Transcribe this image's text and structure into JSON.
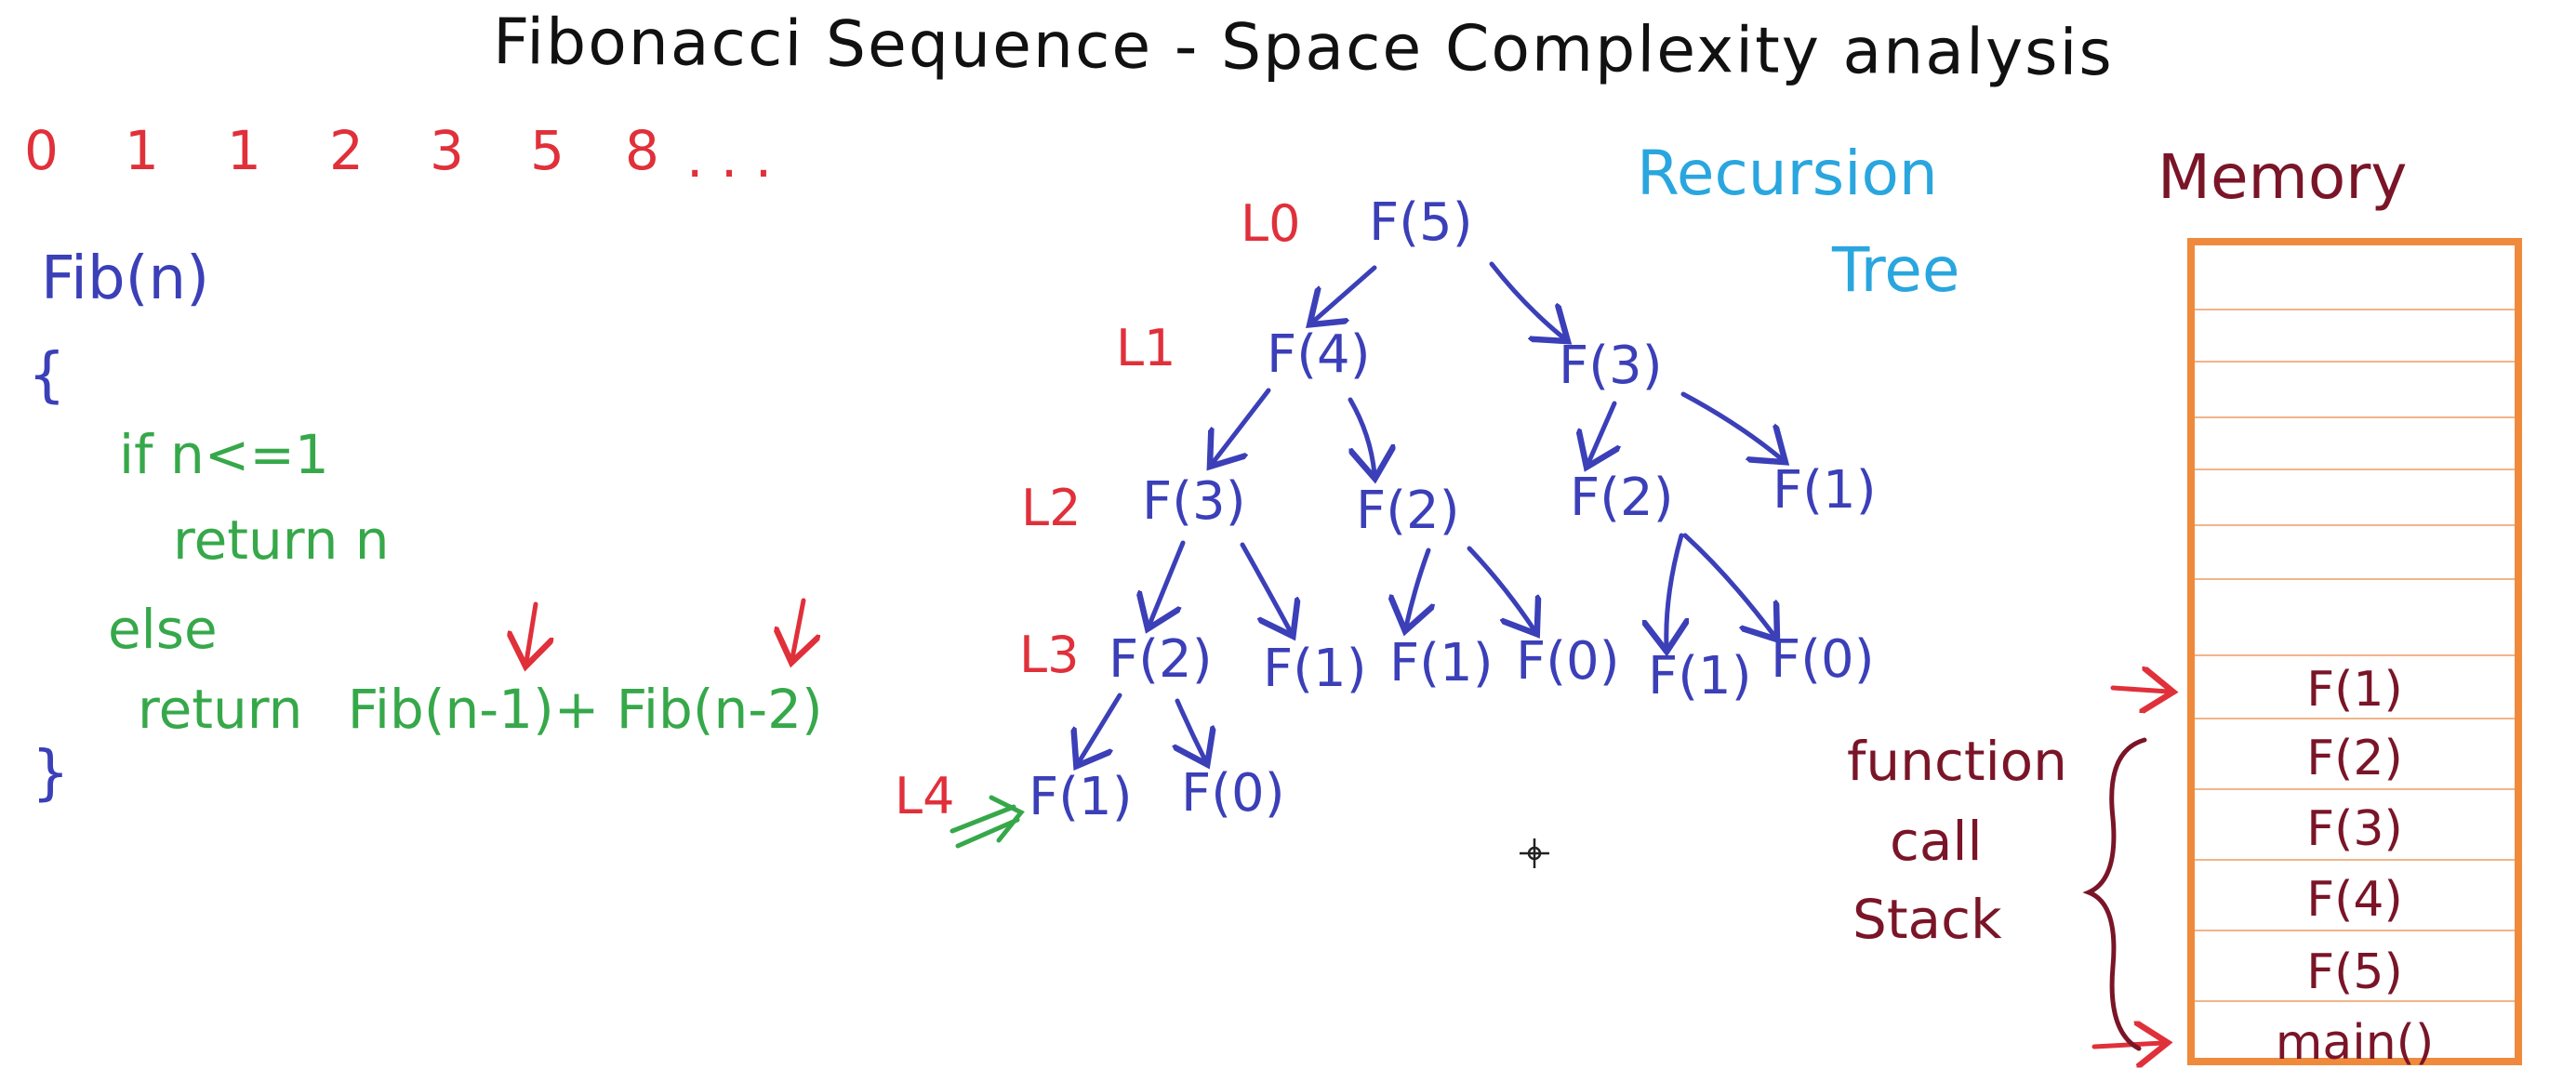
{
  "title": "Fibonacci Sequence - Space Complexity analysis",
  "sequence": [
    "0",
    "1",
    "1",
    "2",
    "3",
    "5",
    "8",
    ". . ."
  ],
  "code": {
    "signature": "Fib(n)",
    "open_brace": "{",
    "if_line": "if  n<=1",
    "return_n": "return n",
    "else_line": "else",
    "return_call_prefix": "return",
    "call_a": "Fib(n-1)",
    "plus": "+",
    "call_b": "Fib(n-2)",
    "close_brace": "}"
  },
  "recursion_label": {
    "line1": "Recursion",
    "line2": "Tree"
  },
  "levels": [
    "L0",
    "L1",
    "L2",
    "L3",
    "L4"
  ],
  "tree_nodes": {
    "f5": "F(5)",
    "f4": "F(4)",
    "f3": "F(3)",
    "f3a": "F(3)",
    "f2a": "F(2)",
    "f2b": "F(2)",
    "f1a": "F(1)",
    "f2c": "F(2)",
    "f1b": "F(1)",
    "f1c": "F(1)",
    "f0a": "F(0)",
    "f1d": "F(1)",
    "f0b": "F(0)",
    "f1e": "F(1)",
    "f0c": "F(0)"
  },
  "memory": {
    "title": "Memory",
    "stack": [
      "F(1)",
      "F(2)",
      "F(3)",
      "F(4)",
      "F(5)",
      "main()"
    ],
    "label_lines": [
      "function",
      "call",
      "Stack"
    ]
  },
  "colors": {
    "blue": "#3b3fb8",
    "green": "#36a84a",
    "red": "#e0303a",
    "cyan": "#2aa6df",
    "maroon": "#7a1528",
    "orange": "#ef8a3c"
  }
}
